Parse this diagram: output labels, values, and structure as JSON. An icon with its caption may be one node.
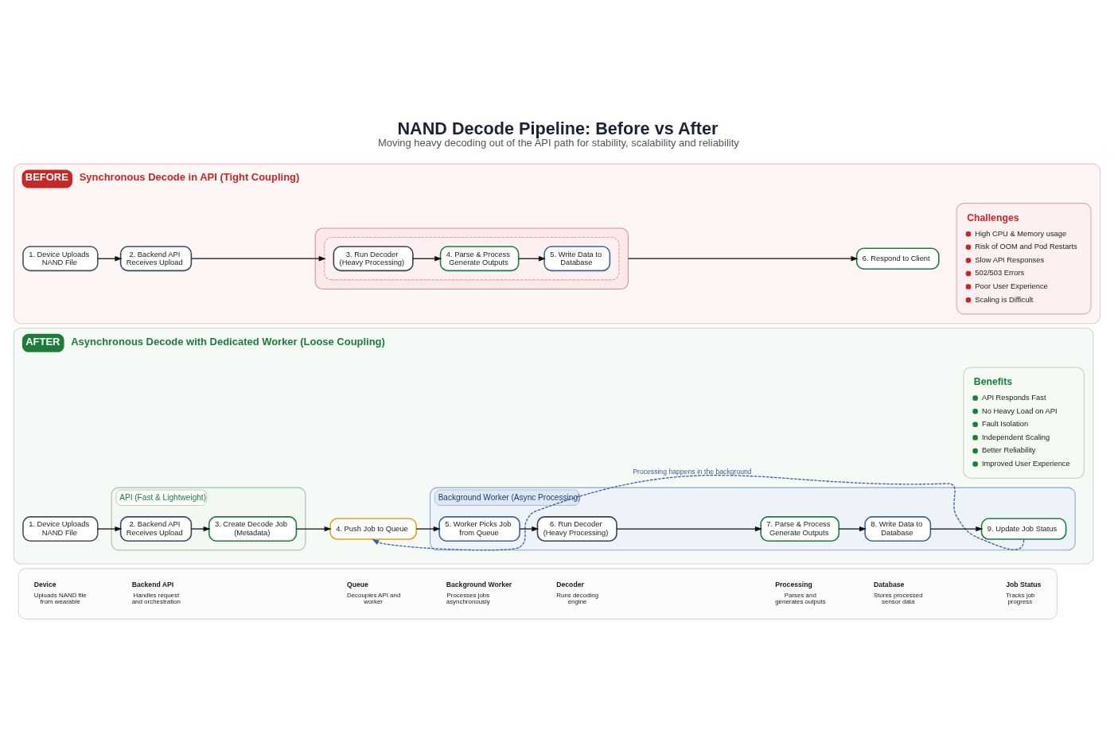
{
  "diagram": {
    "title": "NAND Decode Pipeline: Before vs After",
    "caption": "Moving heavy decoding out of the API path for stability, scalability and reliability",
    "nodes": [
      {
        "text": [
          "BEFORE",
          "Synchronous Decode in API (Tight Coupling)"
        ]
      },
      {
        "text": [
          "1. Device Uploads NAND File"
        ],
        "in": 0
      },
      {
        "text": [
          "2. Backend API Receives Upload"
        ],
        "in": 0
      },
      {
        "text": [],
        "shape": "box",
        "in": 0
      },
      {
        "text": [],
        "shape": "box",
        "in": 3
      },
      {
        "text": [
          "3. Run Decoder (Heavy Processing)"
        ],
        "in": 4
      },
      {
        "text": [
          "4. Parse & Process Generate Outputs"
        ],
        "in": 4
      },
      {
        "text": [
          "5. Write Data to Database"
        ],
        "in": 4
      },
      {
        "text": [
          "6. Respond to Client"
        ],
        "in": 0
      },
      {
        "text": [
          "Challenges",
          "High CPU & Memory usage",
          "Risk of OOM and Pod Restarts",
          "Slow API Responses",
          "502/503 Errors",
          "Poor User Experience",
          "Scaling is Difficult"
        ],
        "in": 0
      },
      {
        "text": [
          "AFTER",
          "Asynchronous Decode with Dedicated Worker (Loose Coupling)"
        ]
      },
      {
        "text": [
          "1. Device Uploads NAND File"
        ],
        "in": 10
      },
      {
        "text": [
          "API (Fast & Lightweight)"
        ],
        "in": 10
      },
      {
        "text": [
          "2. Backend API Receives Upload"
        ],
        "in": 12
      },
      {
        "text": [
          "3. Create Decode Job (Metadata)"
        ],
        "in": 12
      },
      {
        "text": [
          "4. Push Job to Queue"
        ],
        "in": 10
      },
      {
        "text": [
          "Background Worker (Async Processing)"
        ],
        "in": 10
      },
      {
        "text": [
          "5. Worker Picks Job from Queue"
        ],
        "in": 16
      },
      {
        "text": [
          "6. Run Decoder (Heavy Processing)"
        ],
        "in": 16
      },
      {
        "text": [
          "7. Parse & Process Generate Outputs"
        ],
        "in": 16
      },
      {
        "text": [
          "8. Write Data to Database"
        ],
        "in": 16
      },
      {
        "text": [
          "9. Update Job Status"
        ],
        "in": 16
      },
      {
        "text": [
          "Benefits",
          "API Responds Fast",
          "No Heavy Load on API",
          "Fault Isolation",
          "Independent Scaling",
          "Better Reliability",
          "Improved User Experience"
        ],
        "in": 10
      },
      {
        "text": [],
        "shape": "box"
      },
      {
        "text": [
          "Device",
          "Uploads NAND file from wearable"
        ],
        "in": 23
      },
      {
        "text": [
          "Backend API",
          "Handles request and orchestration"
        ],
        "in": 23
      },
      {
        "text": [
          "Queue",
          "Decouples API and worker"
        ],
        "in": 23
      },
      {
        "text": [
          "Background Worker",
          "Processes jobs asynchronously"
        ],
        "in": 23
      },
      {
        "text": [
          "Decoder",
          "Runs decoding engine"
        ],
        "in": 23
      },
      {
        "text": [
          "Processing",
          "Parses and generates outputs"
        ],
        "in": 23
      },
      {
        "text": [
          "Database",
          "Stores processed sensor data"
        ],
        "in": 23
      },
      {
        "text": [
          "Job Status",
          "Tracks job progress"
        ],
        "in": 23
      }
    ],
    "edges": [
      {
        "from": 1,
        "to": 2,
        "arrow": "to"
      },
      {
        "from": 2,
        "to": 4,
        "arrow": "to"
      },
      {
        "from": 5,
        "to": 6,
        "arrow": "to"
      },
      {
        "from": 6,
        "to": 7,
        "arrow": "to"
      },
      {
        "from": 3,
        "to": 8,
        "arrow": "to"
      },
      {
        "from": 11,
        "to": 13,
        "arrow": "to"
      },
      {
        "from": 13,
        "to": 14,
        "arrow": "to"
      },
      {
        "from": 14,
        "to": 15,
        "arrow": "to"
      },
      {
        "from": 15,
        "to": 17,
        "arrow": "to"
      },
      {
        "from": 17,
        "to": 18,
        "arrow": "to"
      },
      {
        "from": 18,
        "to": 19,
        "arrow": "to"
      },
      {
        "from": 19,
        "to": 20,
        "arrow": "to"
      },
      {
        "from": 20,
        "to": 21,
        "arrow": "to"
      },
      {
        "from": 21,
        "to": 15,
        "arrow": "to",
        "style": "dashed",
        "color": "#3d5f99",
        "label": "Processing happens in the background"
      }
    ]
  }
}
